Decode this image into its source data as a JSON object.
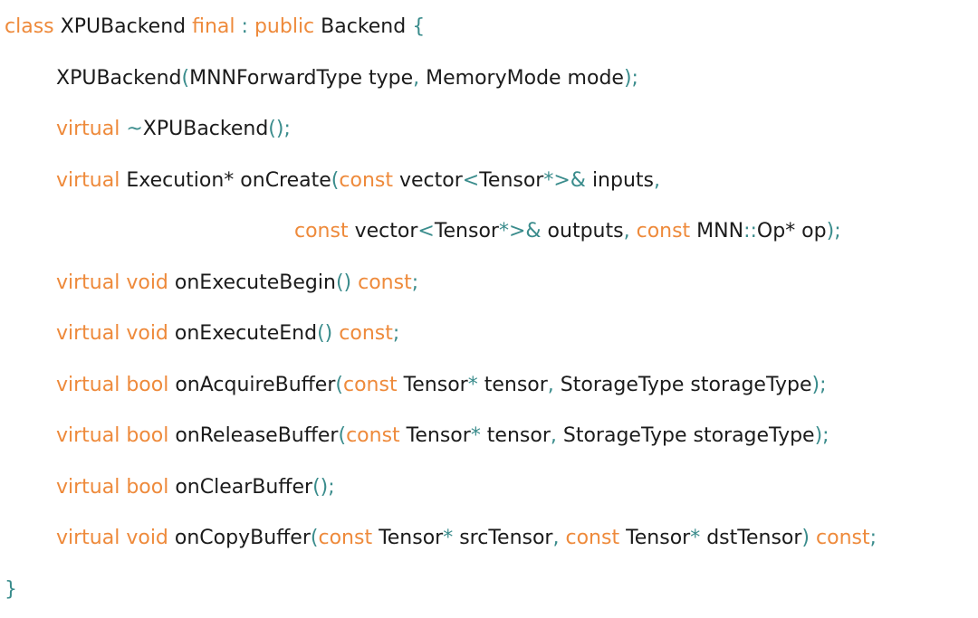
{
  "colors": {
    "background": "#ffffff",
    "keyword": "#ee8a3b",
    "operator": "#3a8c8c",
    "plain": "#1b1b1b"
  },
  "code": {
    "language": "cpp",
    "plain_text": "class XPUBackend final : public Backend {\n    XPUBackend(MNNForwardType type, MemoryMode mode);\n    virtual ~XPUBackend();\n    virtual Execution* onCreate(const vector<Tensor*>& inputs,\n                      const vector<Tensor*>& outputs, const MNN::Op* op);\n    virtual void onExecuteBegin() const;\n    virtual void onExecuteEnd() const;\n    virtual bool onAcquireBuffer(const Tensor* tensor, StorageType storageType);\n    virtual bool onReleaseBuffer(const Tensor* tensor, StorageType storageType);\n    virtual bool onClearBuffer();\n    virtual void onCopyBuffer(const Tensor* srcTensor, const Tensor* dstTensor) const;\n}",
    "lines": [
      {
        "indent": 5,
        "tokens": [
          [
            "k",
            "class"
          ],
          [
            "n",
            " XPUBackend "
          ],
          [
            "k",
            "final"
          ],
          [
            "n",
            " "
          ],
          [
            "p",
            ":"
          ],
          [
            "n",
            " "
          ],
          [
            "k",
            "public"
          ],
          [
            "n",
            " Backend "
          ],
          [
            "p",
            "{"
          ]
        ]
      },
      {
        "indent": 62,
        "tokens": [
          [
            "n",
            "XPUBackend"
          ],
          [
            "p",
            "("
          ],
          [
            "n",
            "MNNForwardType type"
          ],
          [
            "p",
            ","
          ],
          [
            "n",
            " MemoryMode mode"
          ],
          [
            "p",
            ");"
          ]
        ]
      },
      {
        "indent": 62,
        "tokens": [
          [
            "k",
            "virtual"
          ],
          [
            "n",
            " "
          ],
          [
            "p",
            "~"
          ],
          [
            "n",
            "XPUBackend"
          ],
          [
            "p",
            "();"
          ]
        ]
      },
      {
        "indent": 62,
        "tokens": [
          [
            "k",
            "virtual"
          ],
          [
            "n",
            " Execution* onCreate"
          ],
          [
            "p",
            "("
          ],
          [
            "k",
            "const"
          ],
          [
            "n",
            " vector"
          ],
          [
            "p",
            "<"
          ],
          [
            "n",
            "Tensor"
          ],
          [
            "p",
            "*>&"
          ],
          [
            "n",
            " inputs"
          ],
          [
            "p",
            ","
          ]
        ]
      },
      {
        "indent": 325,
        "tokens": [
          [
            "k",
            "const"
          ],
          [
            "n",
            " vector"
          ],
          [
            "p",
            "<"
          ],
          [
            "n",
            "Tensor"
          ],
          [
            "p",
            "*>&"
          ],
          [
            "n",
            " outputs"
          ],
          [
            "p",
            ","
          ],
          [
            "n",
            " "
          ],
          [
            "k",
            "const"
          ],
          [
            "n",
            " MNN"
          ],
          [
            "p",
            "::"
          ],
          [
            "n",
            "Op* op"
          ],
          [
            "p",
            ");"
          ]
        ]
      },
      {
        "indent": 62,
        "tokens": [
          [
            "k",
            "virtual"
          ],
          [
            "n",
            " "
          ],
          [
            "k",
            "void"
          ],
          [
            "n",
            " onExecuteBegin"
          ],
          [
            "p",
            "()"
          ],
          [
            "n",
            " "
          ],
          [
            "k",
            "const"
          ],
          [
            "p",
            ";"
          ]
        ]
      },
      {
        "indent": 62,
        "tokens": [
          [
            "k",
            "virtual"
          ],
          [
            "n",
            " "
          ],
          [
            "k",
            "void"
          ],
          [
            "n",
            " onExecuteEnd"
          ],
          [
            "p",
            "()"
          ],
          [
            "n",
            " "
          ],
          [
            "k",
            "const"
          ],
          [
            "p",
            ";"
          ]
        ]
      },
      {
        "indent": 62,
        "tokens": [
          [
            "k",
            "virtual"
          ],
          [
            "n",
            " "
          ],
          [
            "k",
            "bool"
          ],
          [
            "n",
            " onAcquireBuffer"
          ],
          [
            "p",
            "("
          ],
          [
            "k",
            "const"
          ],
          [
            "n",
            " Tensor"
          ],
          [
            "p",
            "*"
          ],
          [
            "n",
            " tensor"
          ],
          [
            "p",
            ","
          ],
          [
            "n",
            " StorageType storageType"
          ],
          [
            "p",
            ");"
          ]
        ]
      },
      {
        "indent": 62,
        "tokens": [
          [
            "k",
            "virtual"
          ],
          [
            "n",
            " "
          ],
          [
            "k",
            "bool"
          ],
          [
            "n",
            " onReleaseBuffer"
          ],
          [
            "p",
            "("
          ],
          [
            "k",
            "const"
          ],
          [
            "n",
            " Tensor"
          ],
          [
            "p",
            "*"
          ],
          [
            "n",
            " tensor"
          ],
          [
            "p",
            ","
          ],
          [
            "n",
            " StorageType storageType"
          ],
          [
            "p",
            ");"
          ]
        ]
      },
      {
        "indent": 62,
        "tokens": [
          [
            "k",
            "virtual"
          ],
          [
            "n",
            " "
          ],
          [
            "k",
            "bool"
          ],
          [
            "n",
            " onClearBuffer"
          ],
          [
            "p",
            "();"
          ]
        ]
      },
      {
        "indent": 62,
        "tokens": [
          [
            "k",
            "virtual"
          ],
          [
            "n",
            " "
          ],
          [
            "k",
            "void"
          ],
          [
            "n",
            " onCopyBuffer"
          ],
          [
            "p",
            "("
          ],
          [
            "k",
            "const"
          ],
          [
            "n",
            " Tensor"
          ],
          [
            "p",
            "*"
          ],
          [
            "n",
            " srcTensor"
          ],
          [
            "p",
            ","
          ],
          [
            "n",
            " "
          ],
          [
            "k",
            "const"
          ],
          [
            "n",
            " Tensor"
          ],
          [
            "p",
            "*"
          ],
          [
            "n",
            " dstTensor"
          ],
          [
            "p",
            ")"
          ],
          [
            "n",
            " "
          ],
          [
            "k",
            "const"
          ],
          [
            "p",
            ";"
          ]
        ]
      },
      {
        "indent": 5,
        "tokens": [
          [
            "p",
            "}"
          ]
        ]
      }
    ]
  }
}
